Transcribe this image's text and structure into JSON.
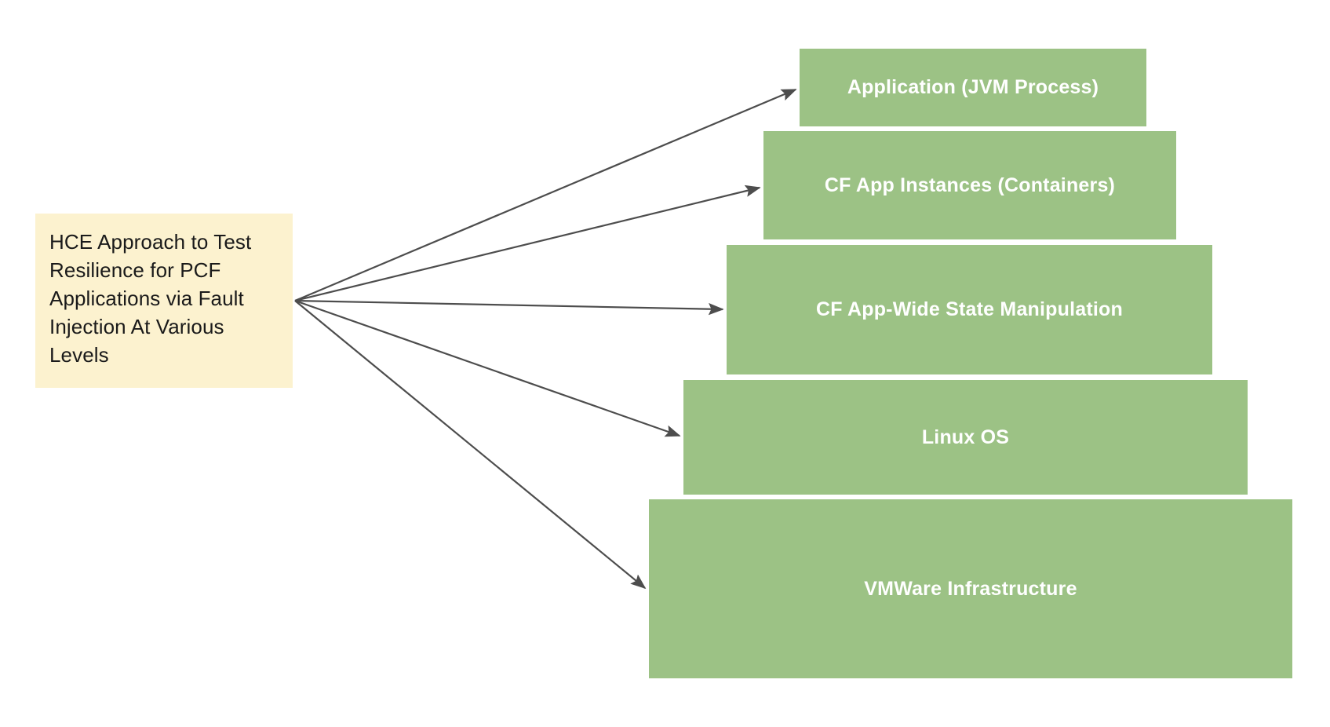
{
  "diagram": {
    "title_note": "HCE Approach to Test Resilience for PCF Applications via Fault Injection At Various Levels",
    "source": {
      "label": "HCE Approach to Test Resilience for PCF Applications via Fault Injection At Various Levels",
      "fill_color": "#fcf2cf",
      "text_color": "#1a1a1a"
    },
    "layer_fill_color": "#9cc285",
    "layer_text_color": "#ffffff",
    "arrow_color": "#4d4d4d",
    "layers": [
      {
        "label": "Application (JVM Process)"
      },
      {
        "label": "CF App Instances (Containers)"
      },
      {
        "label": "CF App-Wide State Manipulation"
      },
      {
        "label": "Linux OS"
      },
      {
        "label": "VMWare Infrastructure"
      }
    ]
  }
}
